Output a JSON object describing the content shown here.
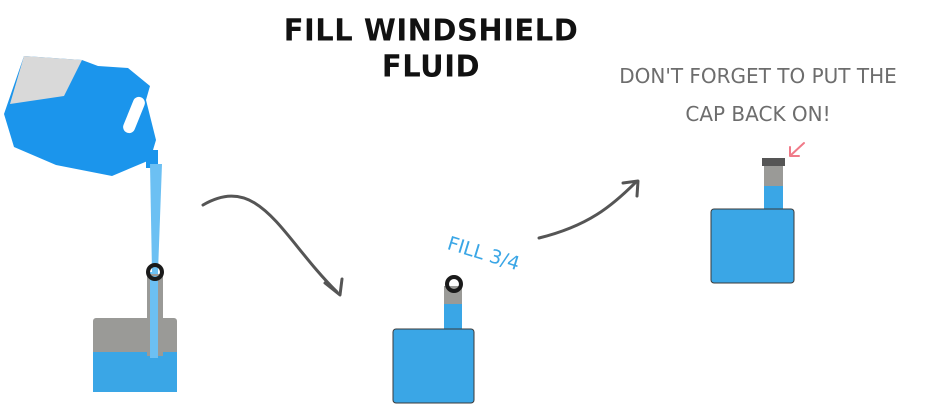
{
  "title": "FILL WINDSHIELD FLUID",
  "note": "DON'T FORGET TO PUT THE CAP BACK ON!",
  "fill_label": "FILL 3/4",
  "colors": {
    "fluid_blue": "#3aa6e6",
    "jug_blue": "#1b95ec",
    "jug_cap": "#d9d9d9",
    "reservoir_gray": "#9a9a97",
    "arrow_gray": "#555555",
    "cap_arrow_pink": "#f07a88",
    "outline": "#3a3a3a"
  },
  "icons": [
    "fluid-jug-icon",
    "curved-arrow-icon",
    "reservoir-icon",
    "cap-pointer-arrow-icon"
  ]
}
